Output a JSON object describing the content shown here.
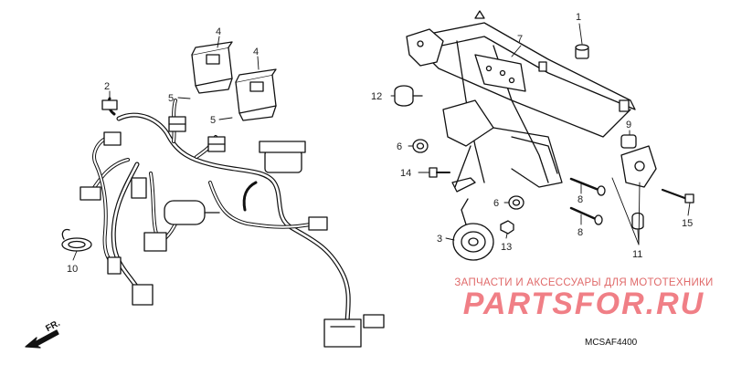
{
  "callouts": [
    {
      "id": "c1",
      "label": "1"
    },
    {
      "id": "c2",
      "label": "2"
    },
    {
      "id": "c3",
      "label": "3"
    },
    {
      "id": "c4a",
      "label": "4"
    },
    {
      "id": "c4b",
      "label": "4"
    },
    {
      "id": "c5a",
      "label": "5"
    },
    {
      "id": "c5b",
      "label": "5"
    },
    {
      "id": "c6a",
      "label": "6"
    },
    {
      "id": "c6b",
      "label": "6"
    },
    {
      "id": "c7",
      "label": "7"
    },
    {
      "id": "c8a",
      "label": "8"
    },
    {
      "id": "c8b",
      "label": "8"
    },
    {
      "id": "c9",
      "label": "9"
    },
    {
      "id": "c10",
      "label": "10"
    },
    {
      "id": "c11",
      "label": "11"
    },
    {
      "id": "c12",
      "label": "12"
    },
    {
      "id": "c13",
      "label": "13"
    },
    {
      "id": "c14",
      "label": "14"
    },
    {
      "id": "c15",
      "label": "15"
    }
  ],
  "front_label": "FR.",
  "diagram_code": "MCSAF4400",
  "watermark": {
    "subtitle": "ЗАПЧАСТИ И АКСЕССУАРЫ ДЛЯ МОТОТЕХНИКИ",
    "logo": "PARTSFOR.RU",
    "color": "#f07f86"
  }
}
